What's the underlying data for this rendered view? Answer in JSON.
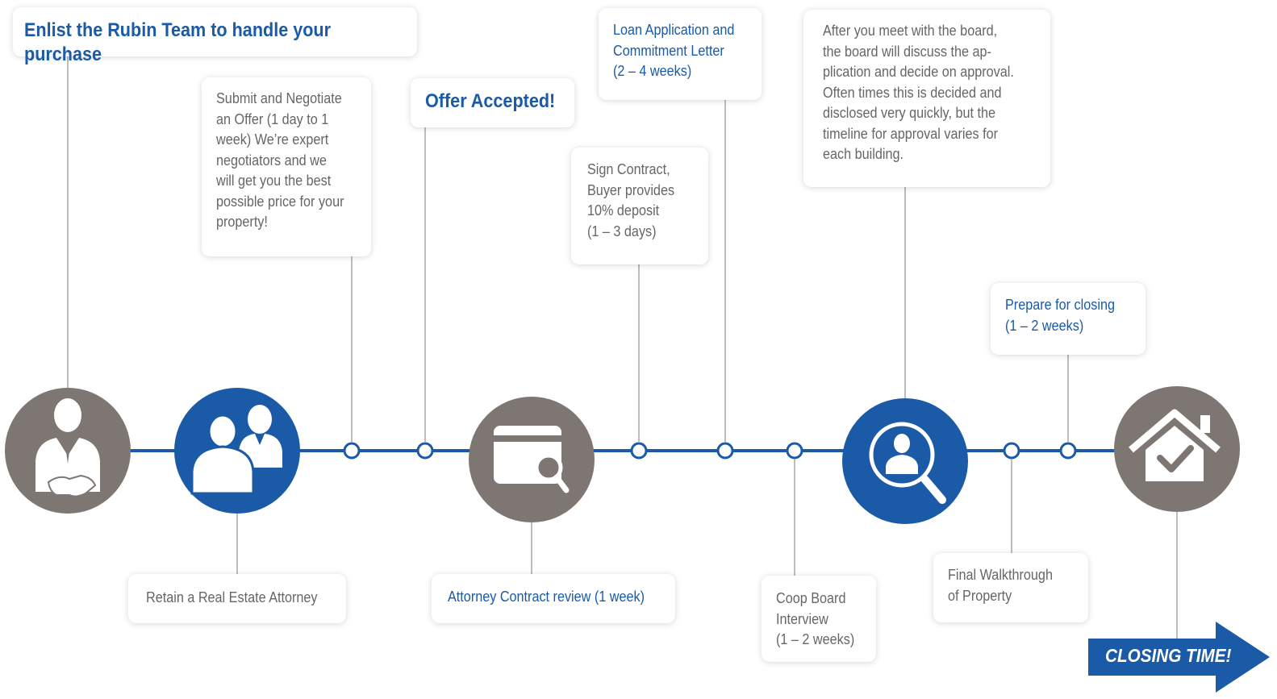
{
  "colors": {
    "blue": "#1a5aa6",
    "gray": "#7e7672",
    "line": "#bdbdbd",
    "text_gray": "#666666"
  },
  "header": {
    "title": "Enlist the Rubin Team to handle your purchase"
  },
  "steps": {
    "submit_offer": "Submit and Negotiate\nan Offer (1 day to 1\nweek) We’re expert\nnegotiators and we\nwill get you the best\npossible price for your\nproperty!",
    "offer_accepted": "Offer Accepted!",
    "loan_application": "Loan Application and\nCommitment Letter\n(2 – 4 weeks)",
    "sign_contract": "Sign Contract,\nBuyer provides\n10% deposit\n(1 – 3 days)",
    "board_decision": "After you meet with the board,\nthe board will discuss the ap-\nplication and decide on approval.\nOften times this is decided and\ndisclosed very quickly, but the\ntimeline for approval varies for\neach building.",
    "prepare_closing": "Prepare for closing\n(1 – 2 weeks)",
    "retain_attorney": "Retain a Real Estate Attorney",
    "contract_review": "Attorney Contract review (1 week)",
    "coop_interview": "Coop Board\nInterview\n(1 – 2 weeks)",
    "final_walkthrough": "Final Walkthrough\nof Property"
  },
  "closing": {
    "label": "CLOSING TIME!"
  },
  "icons": [
    "handshake-person-icon",
    "team-people-icon",
    "contract-wallet-search-icon",
    "magnify-person-icon",
    "house-check-icon"
  ]
}
